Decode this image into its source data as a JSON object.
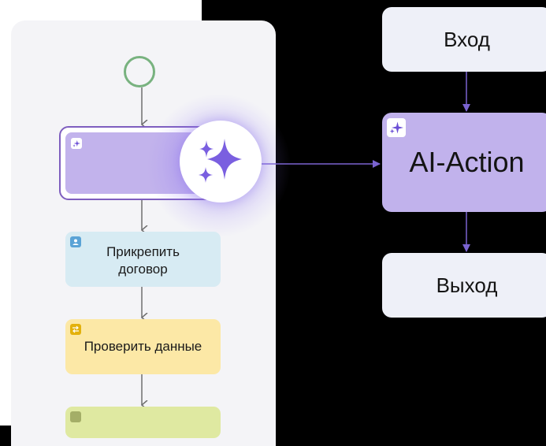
{
  "flow": {
    "attach_label": "Прикрепить договор",
    "check_label": "Проверить данные"
  },
  "scheme": {
    "input_label": "Вход",
    "action_label": "AI-Action",
    "output_label": "Выход"
  },
  "colors": {
    "ai_purple": "#c2b3ec",
    "accent_purple": "#7e5ebf",
    "connector_purple": "#7a63d0",
    "start_green": "#78b27f",
    "attach_blue": "#d7ebf3",
    "check_yellow": "#fce8a6",
    "last_green": "#dfe9a1"
  },
  "icons": {
    "ai": "sparkles-icon",
    "attach": "user-icon",
    "check": "swap-icon",
    "last": "square-icon"
  }
}
